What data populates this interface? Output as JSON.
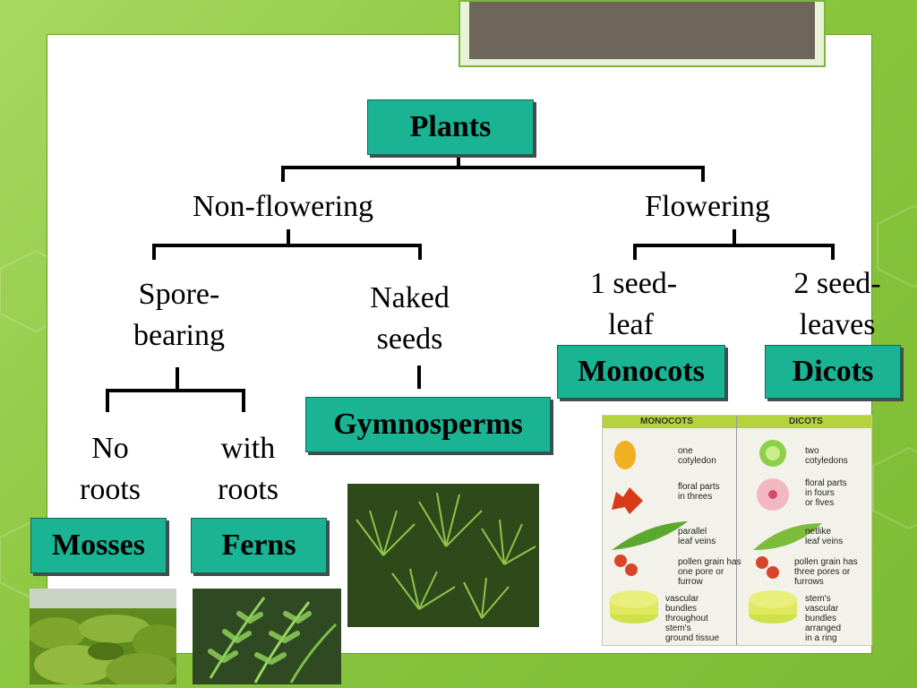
{
  "tree": {
    "root": "Plants",
    "non_flowering": "Non-flowering",
    "flowering": "Flowering",
    "spore_bearing": [
      "Spore-",
      "bearing"
    ],
    "naked_seeds": [
      "Naked",
      "seeds"
    ],
    "one_seed_leaf": [
      "1 seed-",
      "leaf"
    ],
    "two_seed_leaves": [
      "2 seed-",
      "leaves"
    ],
    "no_roots": [
      "No",
      "roots"
    ],
    "with_roots": [
      "with",
      "roots"
    ],
    "mosses": "Mosses",
    "ferns": "Ferns",
    "gymnosperms": "Gymnosperms",
    "monocots": "Monocots",
    "dicots": "Dicots"
  },
  "comparison": {
    "monocots_header": "MONOCOTS",
    "dicots_header": "DICOTS",
    "monocot_traits": [
      [
        "one",
        "cotyledon"
      ],
      [
        "floral parts",
        "in threes"
      ],
      [
        "parallel",
        "leaf veins"
      ],
      [
        "pollen grain has",
        "one pore or",
        "furrow"
      ],
      [
        "vascular",
        "bundles",
        "throughout",
        "stem's",
        "ground tissue"
      ]
    ],
    "dicot_traits": [
      [
        "two",
        "cotyledons"
      ],
      [
        "floral parts",
        "in fours",
        "or fives"
      ],
      [
        "netlike",
        "leaf veins"
      ],
      [
        "pollen grain has",
        "three pores or",
        "furrows"
      ],
      [
        "stem's",
        "vascular",
        "bundles",
        "arranged",
        "in a ring"
      ]
    ]
  },
  "colors": {
    "node_fill": "#1ab394",
    "background": "#8cc63f"
  }
}
